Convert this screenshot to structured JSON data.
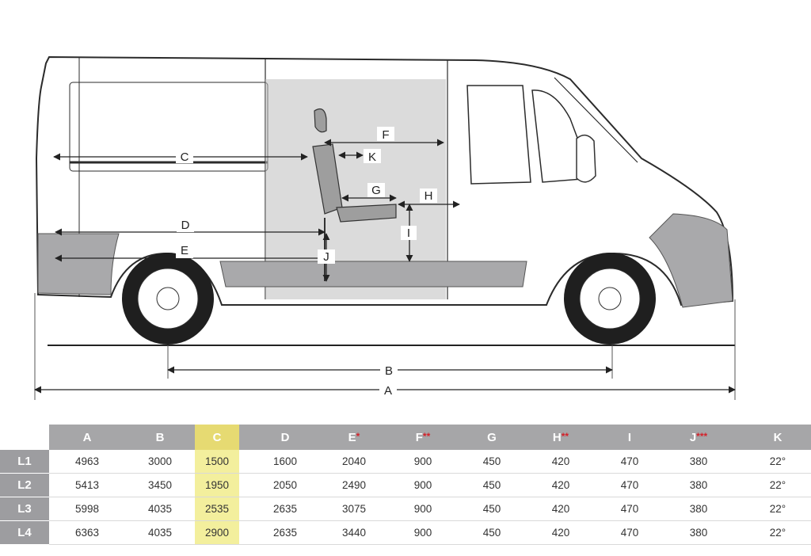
{
  "diagram": {
    "labels": [
      "A",
      "B",
      "C",
      "D",
      "E",
      "F",
      "G",
      "H",
      "I",
      "J",
      "K"
    ]
  },
  "table": {
    "columns": [
      {
        "letter": "A",
        "stars": ""
      },
      {
        "letter": "B",
        "stars": ""
      },
      {
        "letter": "C",
        "stars": ""
      },
      {
        "letter": "D",
        "stars": ""
      },
      {
        "letter": "E",
        "stars": "*"
      },
      {
        "letter": "F",
        "stars": "**"
      },
      {
        "letter": "G",
        "stars": ""
      },
      {
        "letter": "H",
        "stars": "**"
      },
      {
        "letter": "I",
        "stars": ""
      },
      {
        "letter": "J",
        "stars": "***"
      },
      {
        "letter": "K",
        "stars": ""
      }
    ],
    "highlight_column": "C",
    "highlight_color": "#f3ef9d",
    "rows": [
      {
        "label": "L1",
        "values": [
          "4963",
          "3000",
          "1500",
          "1600",
          "2040",
          "900",
          "450",
          "420",
          "470",
          "380",
          "22°"
        ]
      },
      {
        "label": "L2",
        "values": [
          "5413",
          "3450",
          "1950",
          "2050",
          "2490",
          "900",
          "450",
          "420",
          "470",
          "380",
          "22°"
        ]
      },
      {
        "label": "L3",
        "values": [
          "5998",
          "4035",
          "2535",
          "2635",
          "3075",
          "900",
          "450",
          "420",
          "470",
          "380",
          "22°"
        ]
      },
      {
        "label": "L4",
        "values": [
          "6363",
          "4035",
          "2900",
          "2635",
          "3440",
          "900",
          "450",
          "420",
          "470",
          "380",
          "22°"
        ]
      }
    ]
  }
}
